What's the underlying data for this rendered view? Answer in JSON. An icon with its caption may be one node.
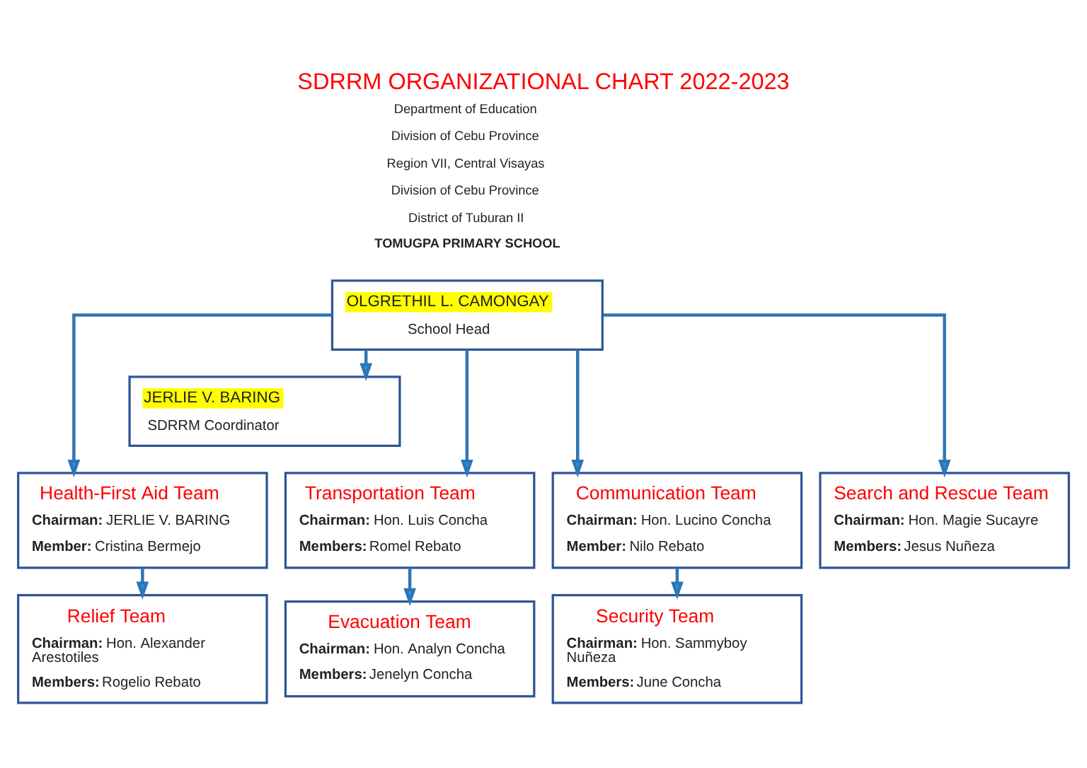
{
  "diagram": {
    "title": "SDRRM ORGANIZATIONAL CHART 2022-2023",
    "nodes": [
      {
        "text": [
          "OLGRETHIL L. CAMONGAY",
          "School Head"
        ]
      },
      {
        "text": [
          "JERLIE V. BARING",
          "SDRRM Coordinator"
        ]
      },
      {
        "text": [
          "Health-First Aid Team",
          "**Chairman:** JERLIE V. BARING",
          "**Member:** Cristina Bermejo"
        ]
      },
      {
        "text": [
          "Transportation Team",
          "**Chairman:** Hon. Luis Concha",
          "**Members:** Romel Rebato"
        ]
      },
      {
        "text": [
          "Communication Team",
          "**Chairman:** Hon. Lucino Concha",
          "**Member:** Nilo Rebato"
        ]
      },
      {
        "text": [
          "Search and Rescue Team",
          "**Chairman:** Hon. Magie Sucayre",
          "**Members:** Jesus Nuñeza"
        ]
      },
      {
        "text": [
          "Relief Team",
          "**Chairman:** Hon. Alexander Arestotiles",
          "**Members:** Rogelio Rebato"
        ]
      },
      {
        "text": [
          "Evacuation Team",
          "**Chairman:** Hon. Analyn Concha",
          "**Members:** Jenelyn Concha"
        ]
      },
      {
        "text": [
          "Security Team",
          "**Chairman:** Hon. Sammyboy Nuñeza",
          "**Members:** June Concha"
        ]
      }
    ],
    "edges": [
      {
        "from": 0,
        "to": 1,
        "arrow": "to"
      },
      {
        "from": 0,
        "to": 2,
        "arrow": "to"
      },
      {
        "from": 0,
        "to": 3,
        "arrow": "to"
      },
      {
        "from": 0,
        "to": 4,
        "arrow": "to"
      },
      {
        "from": 0,
        "to": 5,
        "arrow": "to"
      },
      {
        "from": 2,
        "to": 6,
        "arrow": "to"
      },
      {
        "from": 3,
        "to": 7,
        "arrow": "to"
      },
      {
        "from": 4,
        "to": 8,
        "arrow": "to"
      }
    ],
    "labels": [
      "Department of Education",
      "Division of Cebu Province",
      "Region VII, Central Visayas",
      "Division of Cebu Province",
      "District of Tuburan II",
      "TOMUGPA PRIMARY SCHOOL"
    ]
  }
}
